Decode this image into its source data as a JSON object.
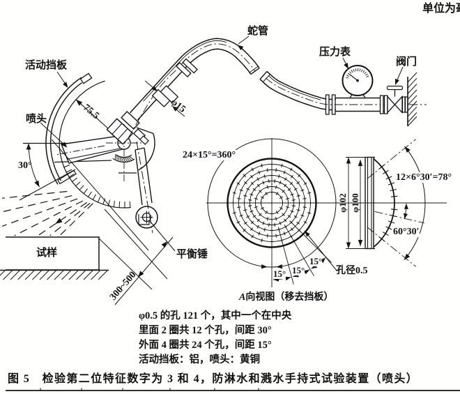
{
  "unit_note": "单位为毫米",
  "figure_caption": "图 5　检验第二位特征数字为 3 和 4，防淋水和溅水手持式试验装置（喷头）",
  "labels": {
    "movable_baffle": "活动挡板",
    "nozzle": "喷头",
    "snake_tube": "蛇管",
    "pressure_gauge": "压力表",
    "valve": "阀门",
    "sample": "试样",
    "counterweight": "平衡锤",
    "view_a_prefix": "A",
    "view_a_text": "向视图（移去挡板）",
    "hole_dia": "孔径0.5"
  },
  "dimensions": {
    "baffle_radius": "75.5",
    "pipe_dia": "φ15",
    "tilt_angle": "30°",
    "spray_distance": "300~500",
    "hole_circle": "24×15°=360°",
    "seg1": "15°",
    "seg2": "15°",
    "seg3": "15°",
    "disc_od": "φ102",
    "sphere_dia": "φ100",
    "hole_spacing": "12×6°30′=78°",
    "arc_span": "60°30′"
  },
  "notes": [
    "φ0.5 的孔 121 个，其中一个在中央",
    "里面 2 圈共 12 个孔，间距 30°",
    "外面 4 圈共 24 个孔，间距 15°",
    "活动挡板：铝，喷头：黄铜"
  ]
}
